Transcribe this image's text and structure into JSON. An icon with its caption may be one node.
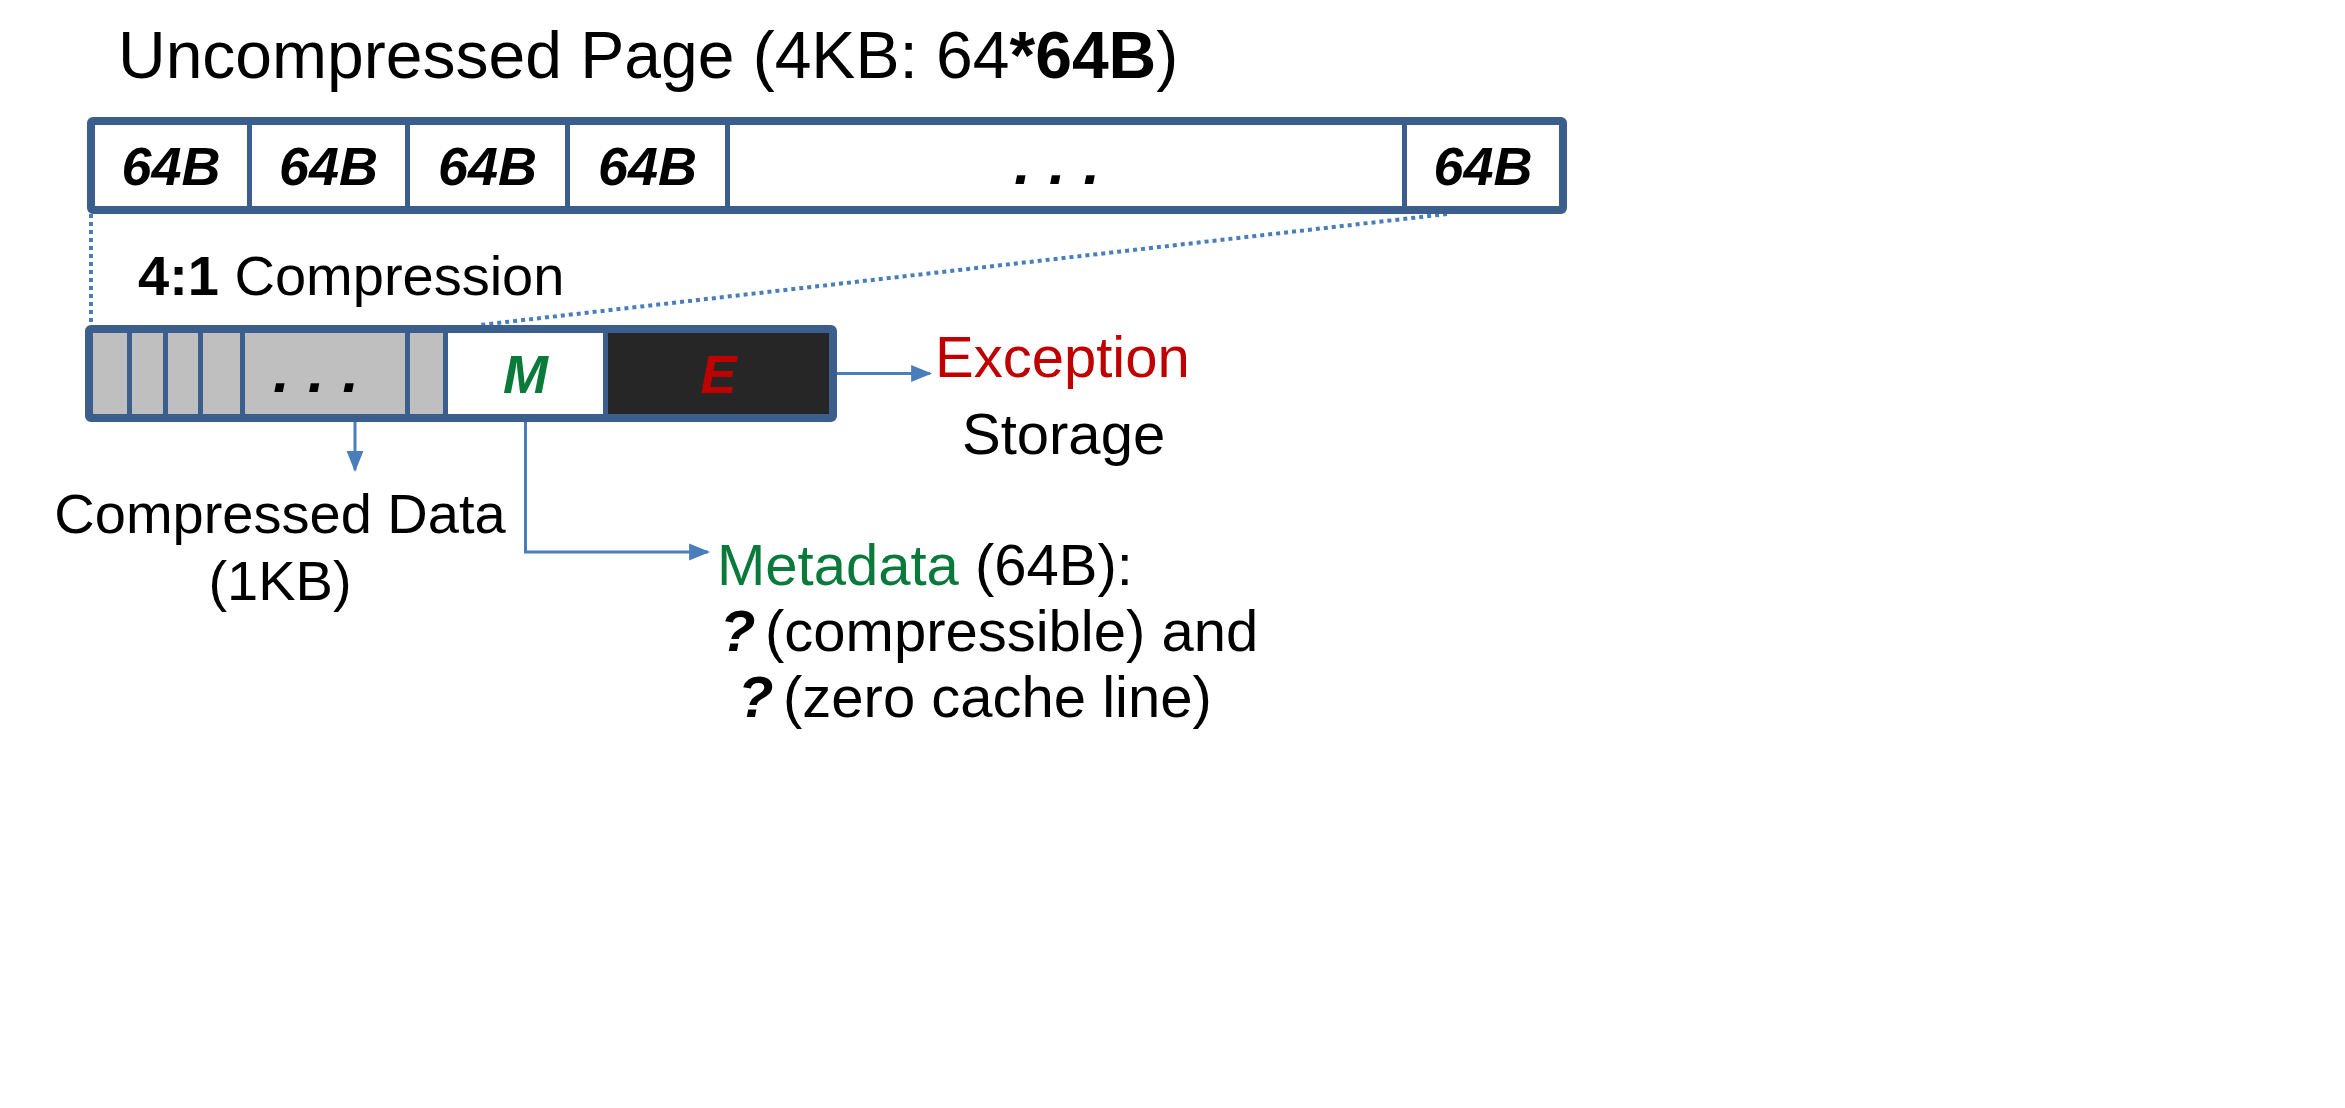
{
  "diagram": {
    "nodes": [
      {
        "text": [
          "Uncompressed Page (4KB: 64***64B**)"
        ]
      },
      {
        "text": [
          "64B"
        ],
        "in": 0
      },
      {
        "text": [
          "64B"
        ],
        "in": 0
      },
      {
        "text": [
          "64B"
        ],
        "in": 0
      },
      {
        "text": [
          "64B"
        ],
        "in": 0
      },
      {
        "text": [
          "..."
        ],
        "in": 0
      },
      {
        "text": [
          "64B"
        ],
        "in": 0
      },
      {
        "text": [
          "**4:1** Compression"
        ]
      },
      {
        "text": [],
        "shape": "box",
        "in": 7
      },
      {
        "text": [],
        "shape": "box",
        "in": 7
      },
      {
        "text": [],
        "shape": "box",
        "in": 7
      },
      {
        "text": [],
        "shape": "box",
        "in": 7
      },
      {
        "text": [
          "..."
        ],
        "in": 7
      },
      {
        "text": [],
        "shape": "box",
        "in": 7
      },
      {
        "text": [
          "M"
        ],
        "in": 7
      },
      {
        "text": [
          "E"
        ],
        "in": 7
      },
      {
        "text": [
          "Exception",
          "Storage"
        ]
      },
      {
        "text": [
          "Compressed Data (1KB)"
        ]
      },
      {
        "text": [
          "Metadata",
          "(64B):",
          "?",
          "(compressible) and",
          "?",
          "(zero cache line)"
        ]
      }
    ],
    "edges": [
      {
        "from": 0,
        "to": 7,
        "arrow": "none",
        "style": "dashed"
      },
      {
        "from": 0,
        "to": 7,
        "arrow": "none",
        "style": "dashed"
      },
      {
        "from": 15,
        "to": 16,
        "arrow": "to"
      },
      {
        "from": 12,
        "to": 17,
        "arrow": "to"
      },
      {
        "from": 14,
        "to": 18,
        "arrow": "to"
      }
    ]
  }
}
